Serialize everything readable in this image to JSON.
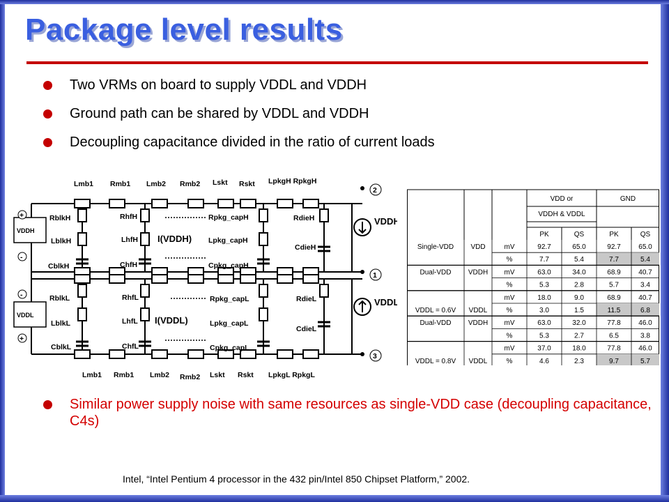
{
  "title": "Package level results",
  "bullets": [
    "Two VRMs on board to supply VDDL and VDDH",
    "Ground path can be shared by VDDL and VDDH",
    "Decoupling capacitance divided in the ratio of current loads"
  ],
  "bottom_bullet": "Similar power supply noise with same resources as single-VDD case (decoupling capacitance, C4s)",
  "citation": "Intel, “Intel Pentium 4 processor in the 432 pin/Intel 850 Chipset Platform,” 2002.",
  "circuit": {
    "top_labels": [
      "Lmb1",
      "Rmb1",
      "Lmb2",
      "Rmb2",
      "Lskt",
      "Rskt",
      "LpkgH RpkgH"
    ],
    "bottom_labels": [
      "Lmb1",
      "Rmb1",
      "Lmb2",
      "Rmb2",
      "Lskt",
      "Rskt",
      "LpkgL RpkgL"
    ],
    "vrm_high": "VDDH",
    "vrm_low": "VDDL",
    "vrm_high_parts": [
      "RblkH",
      "LblkH",
      "CblkH"
    ],
    "vrm_low_parts": [
      "RblkL",
      "LblkL",
      "CblkL"
    ],
    "hf_high": [
      "RhfH",
      "LhfH",
      "ChfH"
    ],
    "hf_low": [
      "RhfL",
      "LhfL",
      "ChfL"
    ],
    "current_high": "I(VDDH)",
    "current_low": "I(VDDL)",
    "pkg_high": [
      "Rpkg_capH",
      "Lpkg_capH",
      "Cpkg_capH"
    ],
    "pkg_low": [
      "Rpkg_capL",
      "Lpkg_capL",
      "Cpkg_capL"
    ],
    "die_high": [
      "RdieH",
      "CdieH"
    ],
    "die_low": [
      "RdieL",
      "CdieL"
    ],
    "load_high": "VDDH Load",
    "load_low": "VDDL Load",
    "nodes": [
      "2",
      "1",
      "3"
    ]
  },
  "results_table": {
    "header_group1": "VDD or",
    "header_group1b": "VDDH & VDDL",
    "header_group2": "GND",
    "subheaders": [
      "PK",
      "QS",
      "PK",
      "QS"
    ],
    "rows": [
      {
        "config": "Single-VDD",
        "rail": "VDD",
        "unit": "mV",
        "values": [
          "92.7",
          "65.0",
          "92.7",
          "65.0"
        ]
      },
      {
        "config": "",
        "rail": "",
        "unit": "%",
        "values": [
          "7.7",
          "5.4",
          "7.7",
          "5.4"
        ]
      },
      {
        "config": "Dual-VDD",
        "rail": "VDDH",
        "unit": "mV",
        "values": [
          "63.0",
          "34.0",
          "68.9",
          "40.7"
        ]
      },
      {
        "config": "",
        "rail": "",
        "unit": "%",
        "values": [
          "5.3",
          "2.8",
          "5.7",
          "3.4"
        ]
      },
      {
        "config": "",
        "rail": "",
        "unit": "mV",
        "values": [
          "18.0",
          "9.0",
          "68.9",
          "40.7"
        ]
      },
      {
        "config": "VDDL = 0.6V",
        "rail": "VDDL",
        "unit": "%",
        "values": [
          "3.0",
          "1.5",
          "11.5",
          "6.8"
        ]
      },
      {
        "config": "Dual-VDD",
        "rail": "VDDH",
        "unit": "mV",
        "values": [
          "63.0",
          "32.0",
          "77.8",
          "46.0"
        ]
      },
      {
        "config": "",
        "rail": "",
        "unit": "%",
        "values": [
          "5.3",
          "2.7",
          "6.5",
          "3.8"
        ]
      },
      {
        "config": "",
        "rail": "",
        "unit": "mV",
        "values": [
          "37.0",
          "18.0",
          "77.8",
          "46.0"
        ]
      },
      {
        "config": "VDDL = 0.8V",
        "rail": "VDDL",
        "unit": "%",
        "values": [
          "4.6",
          "2.3",
          "9.7",
          "5.7"
        ]
      }
    ]
  },
  "colors": {
    "title": "#3a5fe0",
    "rule": "#c40000",
    "bullet": "#c40000",
    "highlight_text": "#d40000",
    "frame": "#1f2f9e",
    "shaded_cell": "#c8c8c8"
  }
}
